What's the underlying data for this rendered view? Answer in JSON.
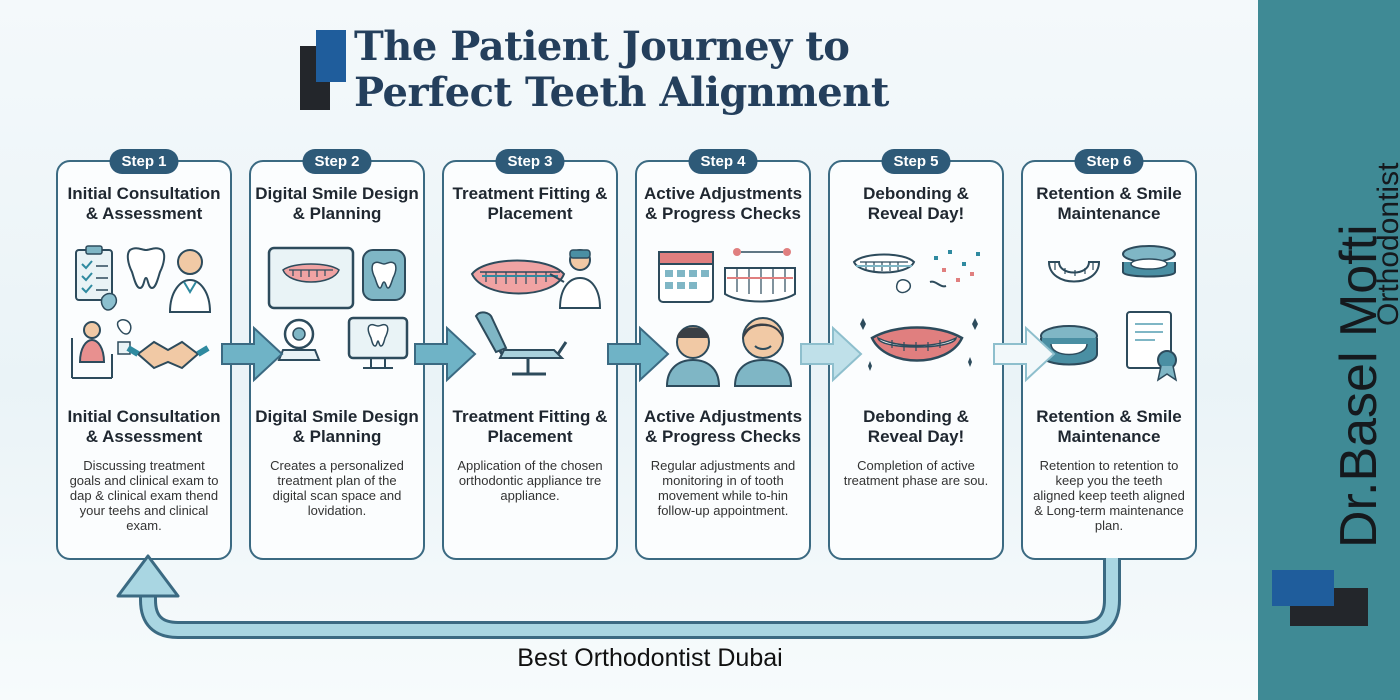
{
  "title": {
    "line1": "The Patient Journey to",
    "line2": "Perfect Teeth Alignment"
  },
  "steps": [
    {
      "badge": "Step 1",
      "title": "Initial Consultation & Assessment",
      "repeat_title": "Initial Consultation & Assessment",
      "description": "Discussing treatment goals and clinical exam to dap & clinical exam thend your teehs and clinical exam."
    },
    {
      "badge": "Step 2",
      "title": "Digital Smile Design & Planning",
      "repeat_title": "Digital Smile Design & Planning",
      "description": "Creates a personalized treatment plan of the digital scan space and lovidation."
    },
    {
      "badge": "Step 3",
      "title": "Treatment Fitting & Placement",
      "repeat_title": "Treatment Fitting & Placement",
      "description": "Application of the chosen orthodontic appliance tre appliance."
    },
    {
      "badge": "Step 4",
      "title": "Active Adjustments & Progress Checks",
      "repeat_title": "Active Adjustments & Progress Checks",
      "description": "Regular adjustments and monitoring in of tooth movement while to-hin follow-up appointment."
    },
    {
      "badge": "Step 5",
      "title": "Debonding & Reveal Day!",
      "repeat_title": "Debonding & Reveal Day!",
      "description": "Completion of active treatment phase are sou."
    },
    {
      "badge": "Step 6",
      "title": "Retention & Smile Maintenance",
      "repeat_title": "Retention & Smile Maintenance",
      "description": "Retention to retention to keep you the teeth aligned keep teeth aligned & Long-term maintenance plan."
    }
  ],
  "footer": "Best Orthodontist Dubai",
  "brand": {
    "name": "Dr.Basel Mofti",
    "role": "Orthodontist"
  },
  "colors": {
    "accent": "#3b6a82",
    "badge": "#2e5a78",
    "band": "#3f8a95",
    "arrow": "#6fb3c6",
    "logo_blue": "#1f5d9c",
    "logo_dark": "#23262b"
  }
}
